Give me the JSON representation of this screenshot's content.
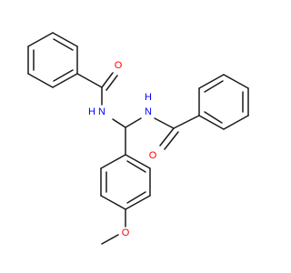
{
  "molecule": {
    "colors": {
      "bond": "#1a1a1a",
      "oxygen": "#ff0000",
      "nitrogen": "#0000ff",
      "carbon": "#1a1a1a"
    },
    "atom_labels": {
      "o_left": "O",
      "o_right": "O",
      "n_left": "N",
      "h_left": "H",
      "n_right": "N",
      "h_right": "H",
      "o_methoxy": "O"
    }
  }
}
